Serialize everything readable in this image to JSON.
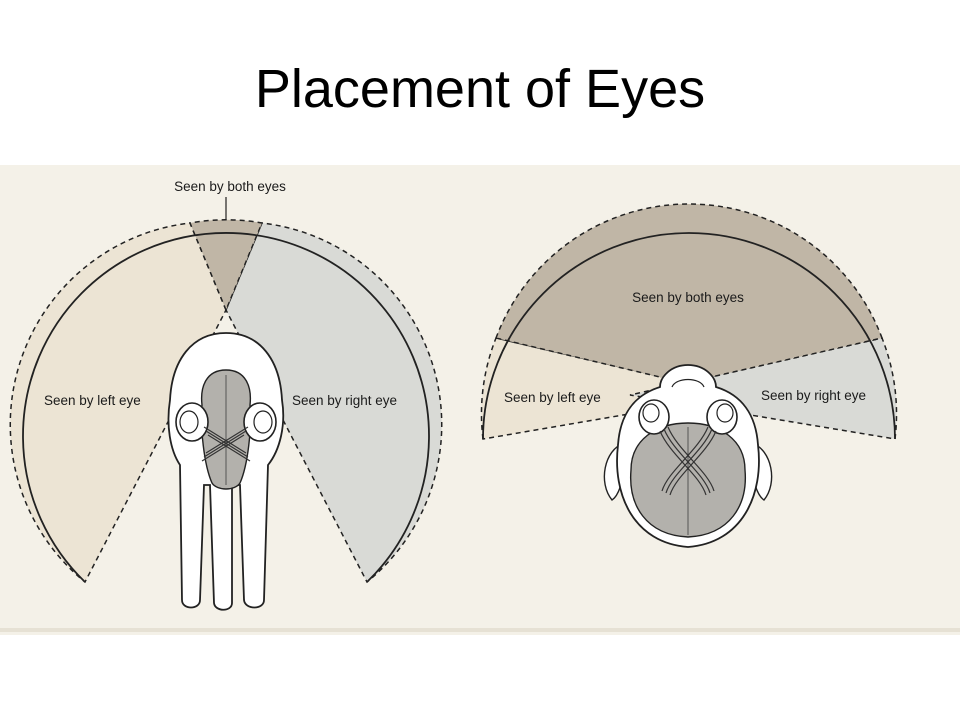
{
  "slide": {
    "title": "Placement of Eyes"
  },
  "left_diagram": {
    "label_both": "Seen by both eyes",
    "label_left": "Seen by left eye",
    "label_right": "Seen by right eye"
  },
  "right_diagram": {
    "label_both": "Seen by both eyes",
    "label_left": "Seen by left eye",
    "label_right": "Seen by right eye"
  },
  "colors": {
    "page_background": "#f4f1e8",
    "left_eye_field": "#ece4d4",
    "right_eye_field": "#d9dad6",
    "binocular_field": "#c0b6a6",
    "brain": "#b3b1ac",
    "outline": "#222222"
  }
}
